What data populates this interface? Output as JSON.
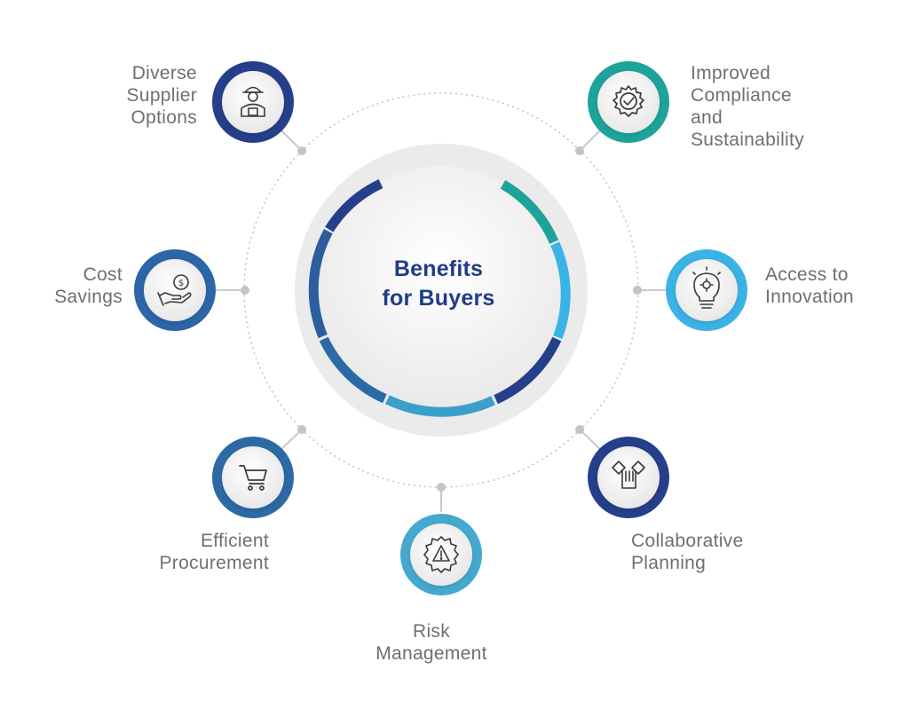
{
  "center": {
    "title_line1": "Benefits",
    "title_line2": "for Buyers"
  },
  "colors": {
    "title": "#1f3c86",
    "label": "#6f6f6f",
    "navy": "#263f8b",
    "blue": "#2c66a8",
    "teal": "#1ea39b",
    "sky": "#3bb3e6",
    "steel": "#3b8fc2"
  },
  "nodes": [
    {
      "id": "diverse-supplier-options",
      "lines": [
        "Diverse",
        "Supplier",
        "Options"
      ],
      "icon": "delivery-person-icon",
      "color": "#263f8b"
    },
    {
      "id": "improved-compliance",
      "lines": [
        "Improved",
        "Compliance",
        "and",
        "Sustainability"
      ],
      "icon": "gear-check-icon",
      "color": "#1ea39b"
    },
    {
      "id": "cost-savings",
      "lines": [
        "Cost",
        "Savings"
      ],
      "icon": "hand-coin-icon",
      "color": "#2c66a8"
    },
    {
      "id": "access-to-innovation",
      "lines": [
        "Access to",
        "Innovation"
      ],
      "icon": "lightbulb-gear-icon",
      "color": "#3bb3e6"
    },
    {
      "id": "efficient-procurement",
      "lines": [
        "Efficient",
        "Procurement"
      ],
      "icon": "shopping-cart-icon",
      "color": "#2c6aa6"
    },
    {
      "id": "collaborative-planning",
      "lines": [
        "Collaborative",
        "Planning"
      ],
      "icon": "handshake-icon",
      "color": "#263f8b"
    },
    {
      "id": "risk-management",
      "lines": [
        "Risk",
        "Management"
      ],
      "icon": "gear-warning-icon",
      "color": "#45a9cf"
    }
  ]
}
